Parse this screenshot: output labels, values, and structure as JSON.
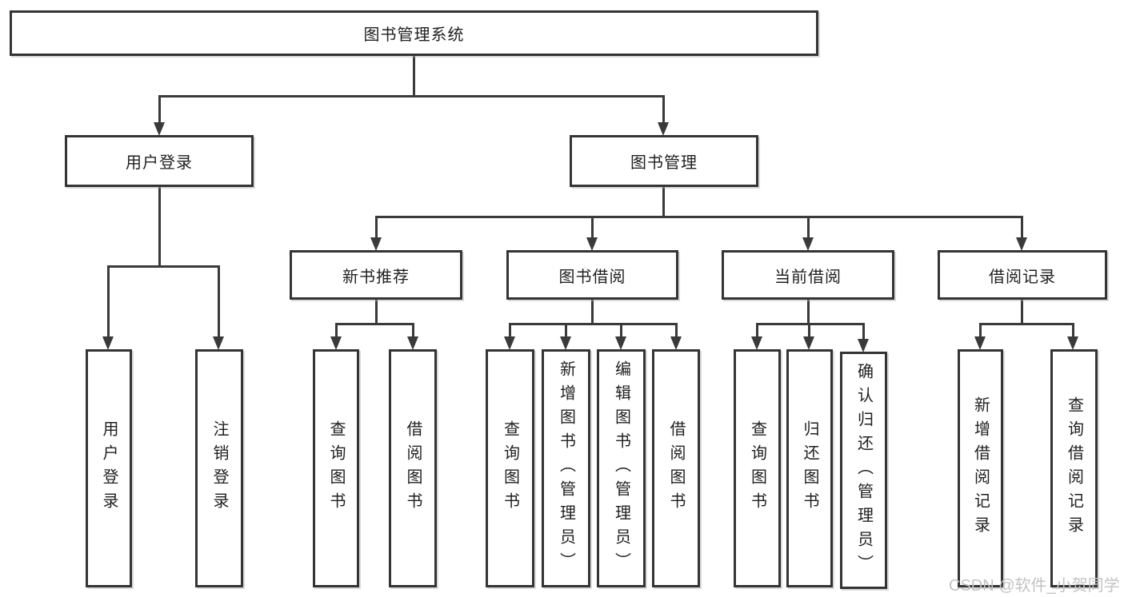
{
  "diagram": {
    "title": "图书管理系统",
    "type": "tree",
    "colors": {
      "line": "#3a3a3a",
      "box_border": "#343434",
      "text": "#1f1f1f",
      "background": "#ffffff",
      "watermark": "#c3c3c3"
    },
    "nodes": {
      "root": "图书管理系统",
      "user_login": "用户登录",
      "book_management": "图书管理",
      "login": "用户登录",
      "logout": "注销登录",
      "new_book_recommend": "新书推荐",
      "book_borrow": "图书借阅",
      "current_borrow": "当前借阅",
      "borrow_record": "借阅记录",
      "nb_query_book": "查询图书",
      "nb_borrow_book": "借阅图书",
      "bb_query_book": "查询图书",
      "bb_add_book": "新增图书（管理员）",
      "bb_edit_book": "编辑图书（管理员）",
      "bb_borrow_book": "借阅图书",
      "cb_query_book": "查询图书",
      "cb_return_book": "归还图书",
      "cb_confirm_return": "确认归还（管理员）",
      "br_add_record": "新增借阅记录",
      "br_query_record": "查询借阅记录"
    },
    "hierarchy": {
      "图书管理系统": {
        "用户登录": [
          "用户登录",
          "注销登录"
        ],
        "图书管理": {
          "新书推荐": [
            "查询图书",
            "借阅图书"
          ],
          "图书借阅": [
            "查询图书",
            "新增图书（管理员）",
            "编辑图书（管理员）",
            "借阅图书"
          ],
          "当前借阅": [
            "查询图书",
            "归还图书",
            "确认归还（管理员）"
          ],
          "借阅记录": [
            "新增借阅记录",
            "查询借阅记录"
          ]
        }
      }
    },
    "watermark": "CSDN @软件_小贺同学"
  }
}
